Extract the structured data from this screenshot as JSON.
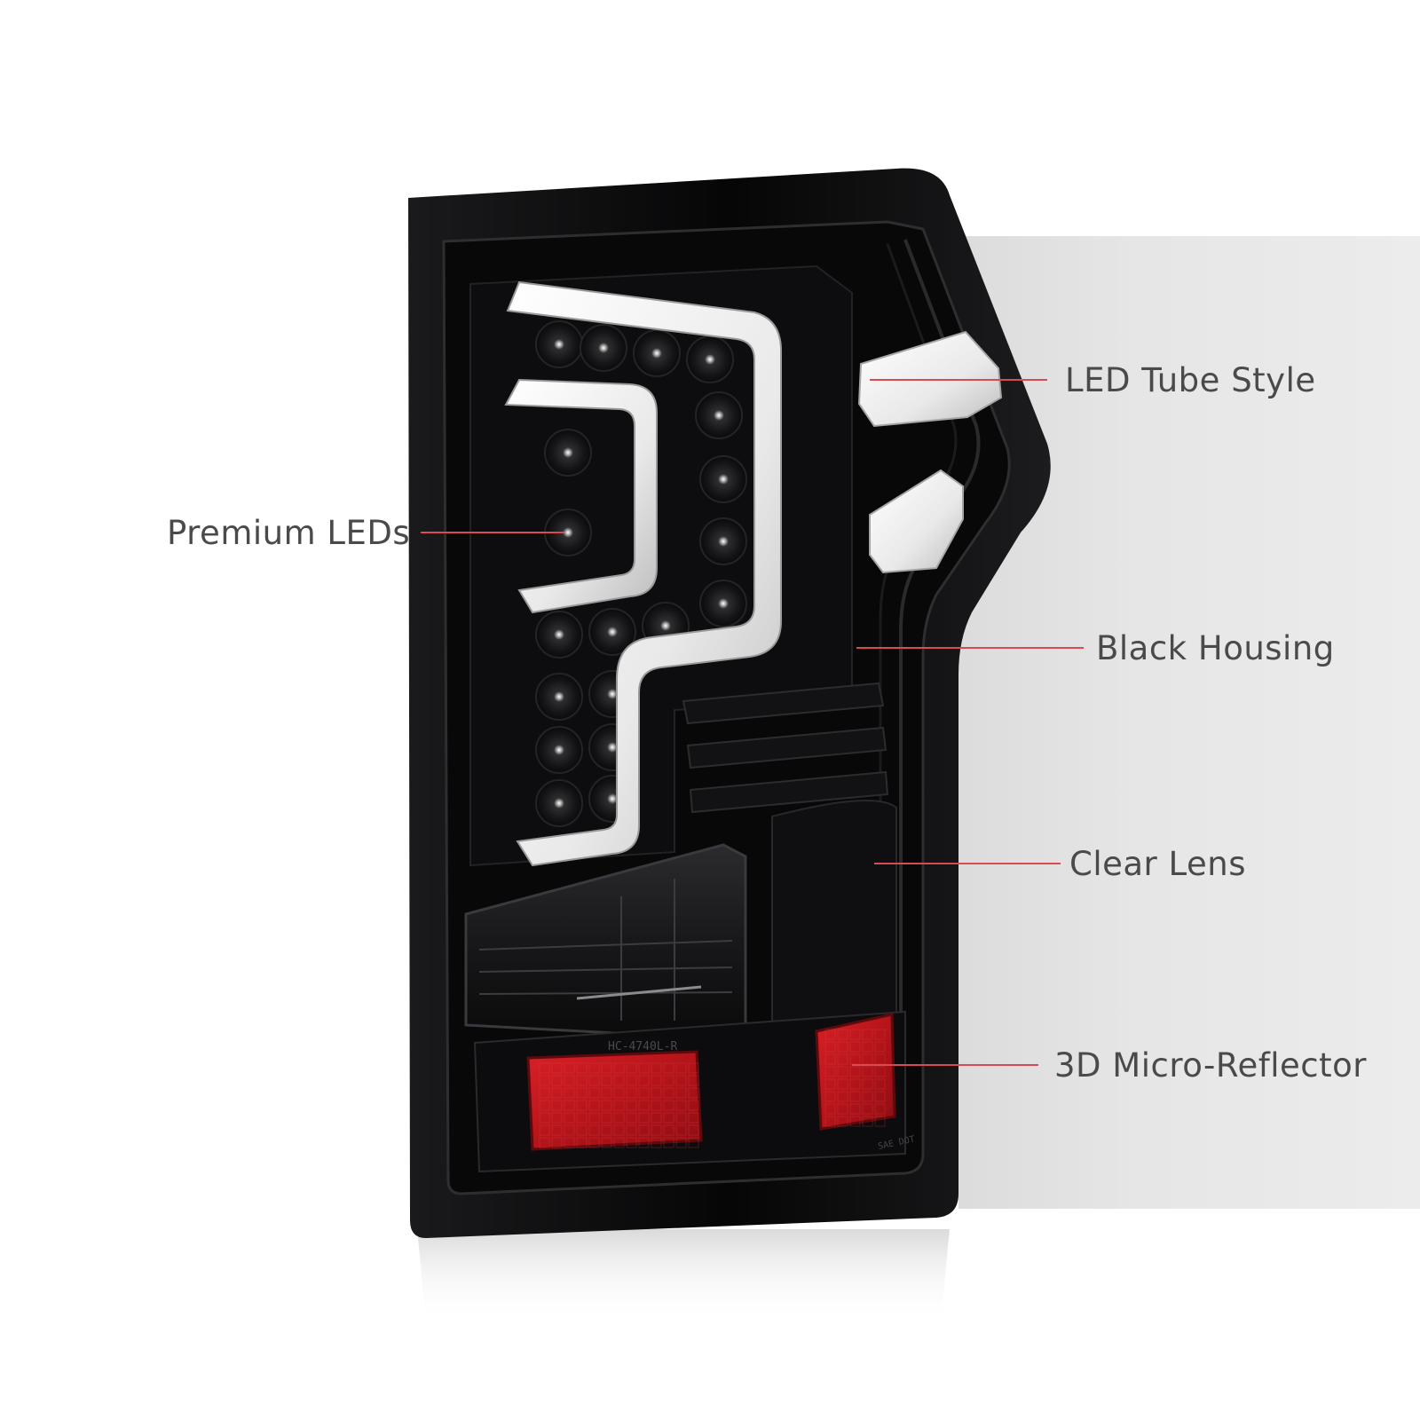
{
  "colors": {
    "background": "#ffffff",
    "backdrop_panel": "#e3e3e3",
    "housing": "#0b0b0c",
    "tube_light": "#f2f2f2",
    "reflector": "#c4161c",
    "callout_line": "#d94a52",
    "callout_text": "#4a4a4a"
  },
  "product": {
    "name": "tail-light-assembly",
    "part_marking": "HC-4740L-R",
    "compliance_marking": "SAE DOT"
  },
  "callouts": [
    {
      "id": "led-tube-style",
      "label": "LED Tube Style",
      "side": "right"
    },
    {
      "id": "premium-leds",
      "label": "Premium LEDs",
      "side": "left"
    },
    {
      "id": "black-housing",
      "label": "Black Housing",
      "side": "right"
    },
    {
      "id": "clear-lens",
      "label": "Clear Lens",
      "side": "right"
    },
    {
      "id": "micro-reflector",
      "label": "3D Micro-Reflector",
      "side": "right"
    }
  ]
}
